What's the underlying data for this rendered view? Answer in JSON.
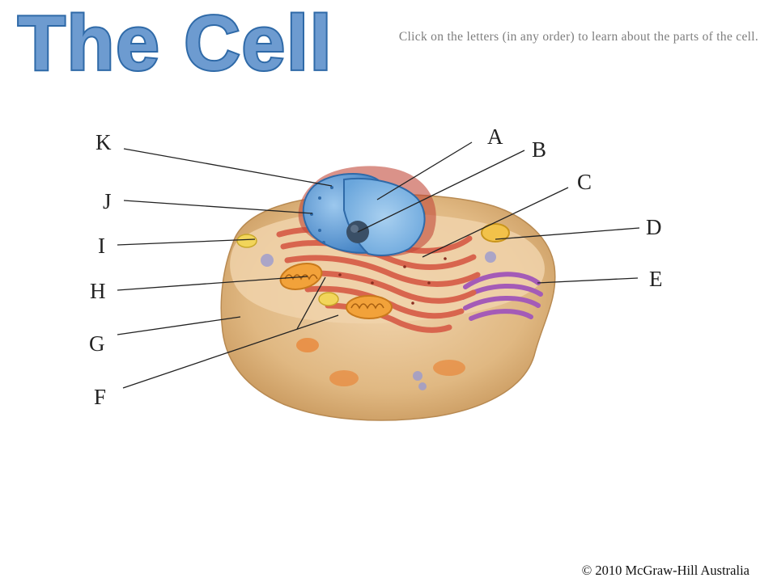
{
  "header": {
    "title": "The Cell",
    "instructions": "Click on the letters (in any order) to learn about the parts of the cell."
  },
  "labels": [
    "A",
    "B",
    "C",
    "D",
    "E",
    "F",
    "G",
    "H",
    "I",
    "J",
    "K"
  ],
  "footer": {
    "copyright": "© 2010 McGraw-Hill Australia"
  },
  "colors": {
    "title_fill": "#5b8ec4",
    "title_stroke": "#2f6aa8",
    "cytoplasm": "#e2b985",
    "nucleus": "#5f9fd8",
    "er": "#d8654e",
    "golgi": "#a45bb7",
    "mitochondria": "#f2a23a"
  }
}
